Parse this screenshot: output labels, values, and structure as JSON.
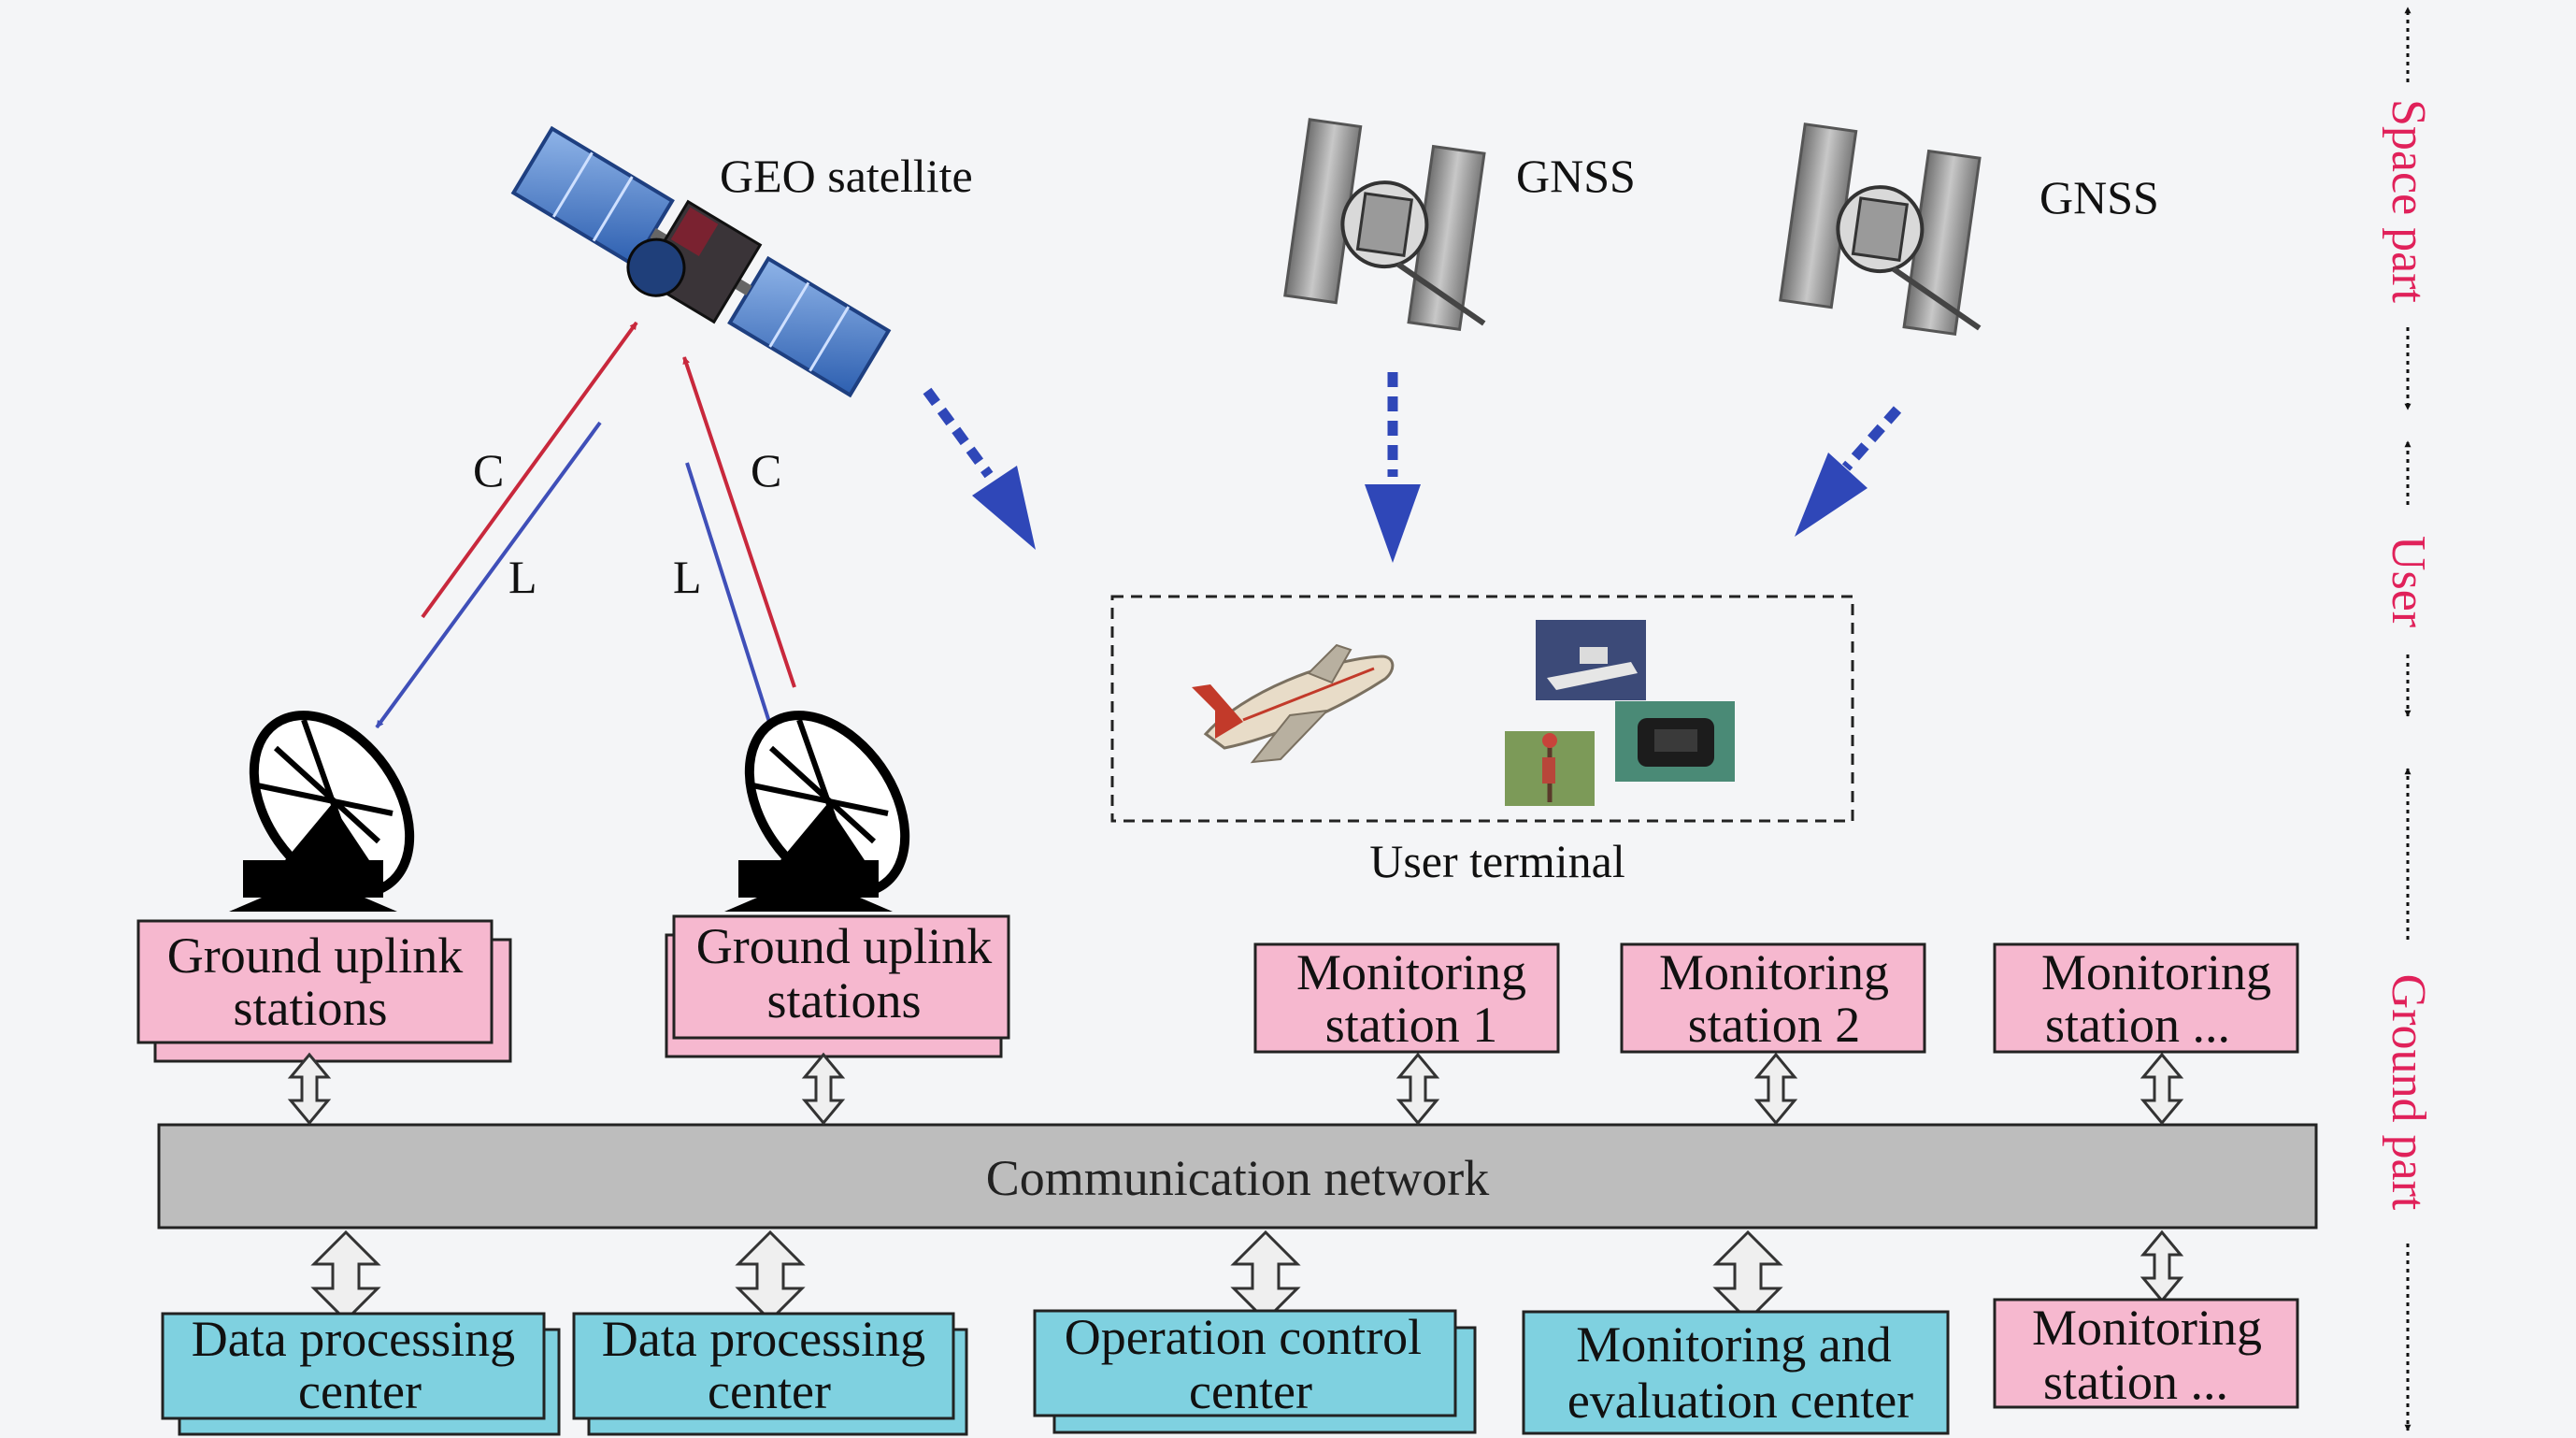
{
  "satellites": {
    "geo_label": "GEO satellite",
    "gnss1_label": "GNSS",
    "gnss2_label": "GNSS"
  },
  "links": {
    "left_c": "C",
    "left_l": "L",
    "right_c": "C",
    "right_l": "L"
  },
  "user_terminal": {
    "label": "User terminal"
  },
  "uplinks": [
    {
      "line1": "Ground uplink",
      "line2": "stations"
    },
    {
      "line1": "Ground uplink",
      "line2": "stations"
    }
  ],
  "monitoring_top": [
    {
      "line1": "Monitoring",
      "line2": "station 1"
    },
    {
      "line1": "Monitoring",
      "line2": "station 2"
    },
    {
      "line1": "Monitoring",
      "line2": "station ..."
    }
  ],
  "network": {
    "label": "Communication network"
  },
  "centers": [
    {
      "line1": "Data processing",
      "line2": "center"
    },
    {
      "line1": "Data processing",
      "line2": "center"
    },
    {
      "line1": "Operation control",
      "line2": "center"
    },
    {
      "line1": "Monitoring and",
      "line2": "evaluation center"
    }
  ],
  "monitoring_bottom": {
    "line1": "Monitoring",
    "line2": "station ..."
  },
  "sides": {
    "space": "Space part",
    "user": "User",
    "ground": "Ground part"
  },
  "colors": {
    "pink_box": "#f6b8cf",
    "cyan_box": "#7fd1e0",
    "network": "#bdbdbd",
    "red_link": "#c8283c",
    "blue_link": "#3f4fb8",
    "dotted_arrow": "#2f47b8",
    "side_text": "#e0215a"
  }
}
